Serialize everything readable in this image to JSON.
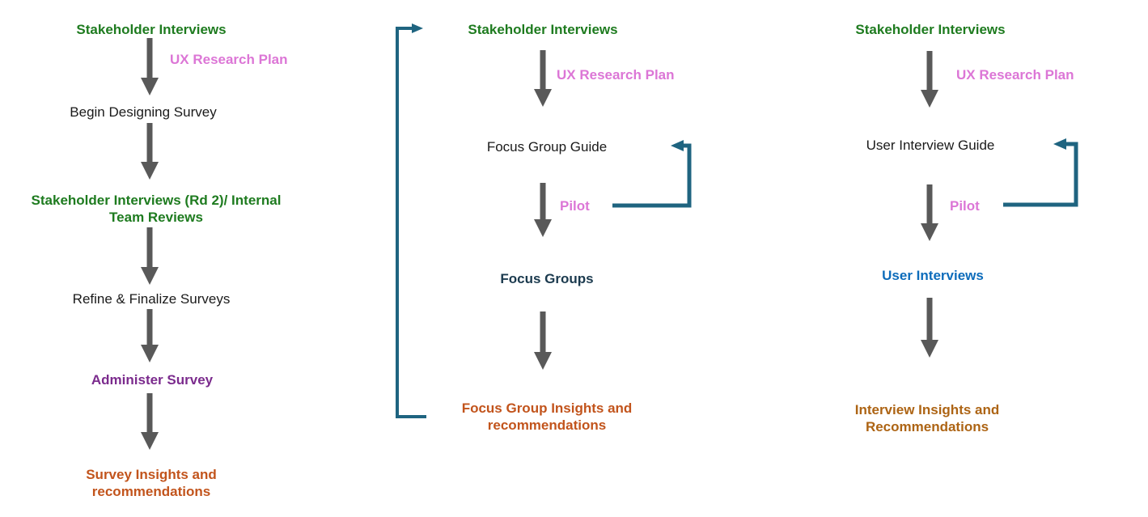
{
  "colors": {
    "green": "#1e7b1f",
    "pink": "#dc76d6",
    "purple": "#7b2b8d",
    "orange": "#c2541c",
    "orange_brown": "#ad6414",
    "blue": "#0d6cbb",
    "dark_navy": "#1b3a4e",
    "teal": "#1f6480",
    "arrow_gray": "#595959",
    "text_black": "#1a1a1a"
  },
  "flows": [
    {
      "id": "survey-flow",
      "nodes": [
        {
          "label": "Stakeholder Interviews"
        },
        {
          "label": "Begin Designing Survey"
        },
        {
          "label": "Stakeholder Interviews (Rd 2)/ Internal Team Reviews"
        },
        {
          "label": "Refine & Finalize Surveys"
        },
        {
          "label": "Administer Survey"
        },
        {
          "label": "Survey Insights and recommendations"
        }
      ],
      "arrow_labels": [
        {
          "text": "UX Research Plan"
        }
      ]
    },
    {
      "id": "focus-group-flow",
      "nodes": [
        {
          "label": "Stakeholder Interviews"
        },
        {
          "label": "Focus Group Guide"
        },
        {
          "label": "Focus Groups"
        },
        {
          "label": "Focus Group Insights and recommendations"
        }
      ],
      "arrow_labels": [
        {
          "text": "UX Research Plan"
        },
        {
          "text": "Pilot"
        }
      ],
      "loops": [
        {
          "from": "Pilot",
          "to": "Focus Group Guide"
        },
        {
          "from": "Focus Group Insights and recommendations",
          "to": "Stakeholder Interviews"
        }
      ]
    },
    {
      "id": "user-interview-flow",
      "nodes": [
        {
          "label": "Stakeholder Interviews"
        },
        {
          "label": "User Interview Guide"
        },
        {
          "label": "User Interviews"
        },
        {
          "label": "Interview Insights and Recommendations"
        }
      ],
      "arrow_labels": [
        {
          "text": "UX Research Plan"
        },
        {
          "text": "Pilot"
        }
      ],
      "loops": [
        {
          "from": "Pilot",
          "to": "User Interview Guide"
        }
      ]
    }
  ]
}
